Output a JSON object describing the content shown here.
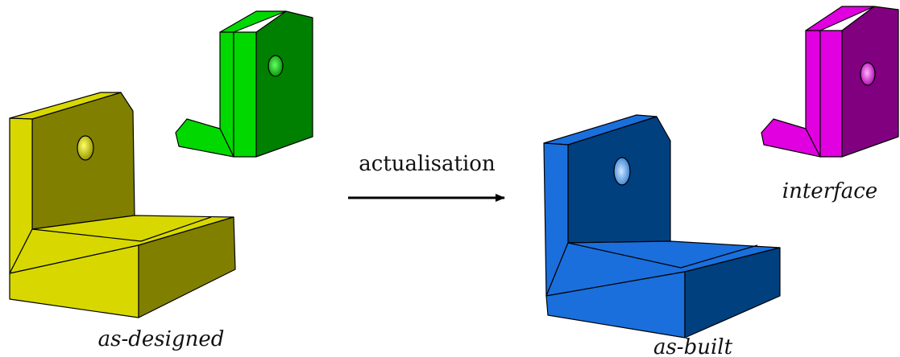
{
  "labels": {
    "as_designed": "as-designed",
    "actualisation": "actualisation",
    "as_built": "as-built",
    "interface": "interface"
  },
  "parts": {
    "as_designed": {
      "color": "#d8d800",
      "shade": "#807f00"
    },
    "green_interface": {
      "color": "#00d800",
      "shade": "#008000"
    },
    "as_built": {
      "color": "#1a6fdc",
      "shade": "#00407f"
    },
    "magenta_interface": {
      "color": "#e000e0",
      "shade": "#800080"
    }
  }
}
